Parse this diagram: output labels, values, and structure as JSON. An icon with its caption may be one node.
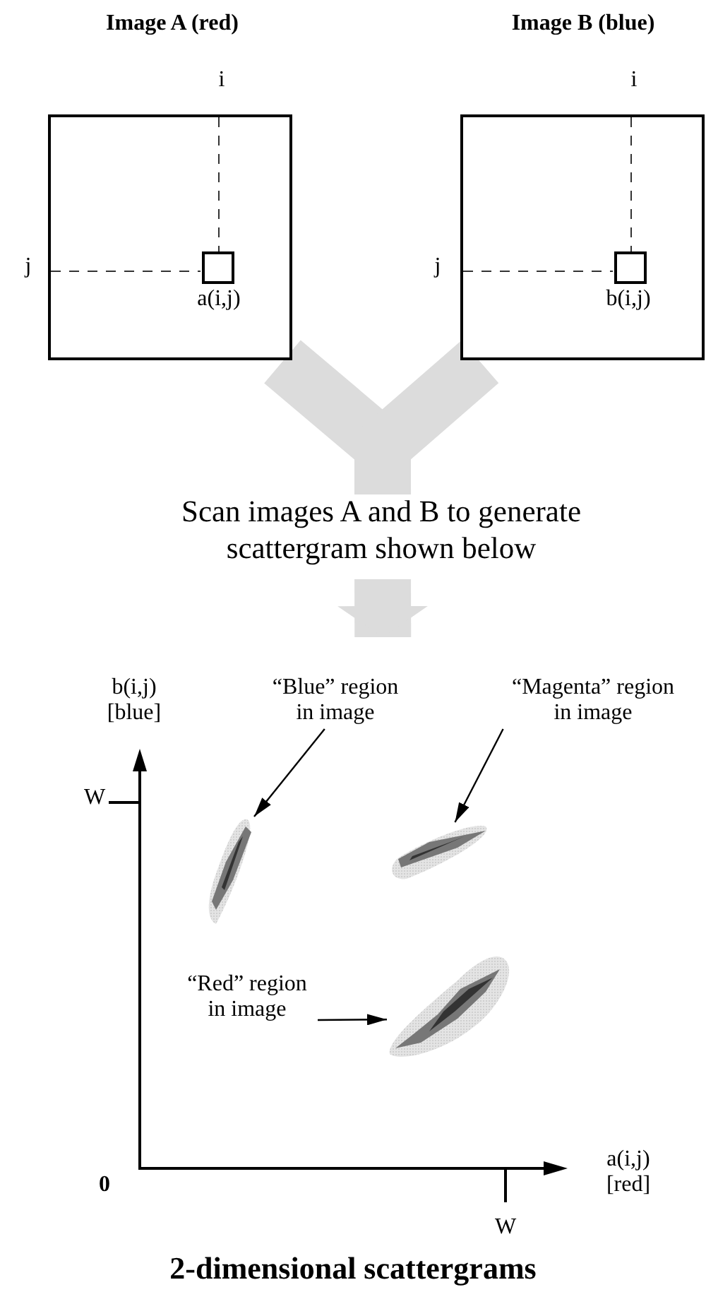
{
  "diagram": {
    "caption": "2-dimensional scattergrams",
    "nodes": [
      {
        "text": [
          "Image A (red)"
        ]
      },
      {
        "text": [
          "Image B (blue)"
        ]
      },
      {
        "text": [
          "Scan images A and B to generate scattergram shown below"
        ]
      },
      {
        "text": [],
        "shape": "picture"
      },
      {
        "text": [
          "“Blue” region in image"
        ],
        "in": 3
      },
      {
        "text": [
          "“Magenta” region in image"
        ],
        "in": 3
      },
      {
        "text": [],
        "shape": "cloud",
        "in": 3
      },
      {
        "text": [],
        "shape": "cloud",
        "in": 3
      },
      {
        "text": [
          "“Red” region in image"
        ],
        "in": 3
      },
      {
        "text": [],
        "shape": "cloud",
        "in": 3
      }
    ],
    "edges": [
      {
        "from": 0,
        "to": 2,
        "arrow": "none",
        "style": "thick",
        "color": "#dcdcdc"
      },
      {
        "from": 1,
        "to": 2,
        "arrow": "none",
        "style": "thick",
        "color": "#dcdcdc"
      },
      {
        "from": 2,
        "to": 3,
        "arrow": "to",
        "style": "thick",
        "color": "#dcdcdc"
      },
      {
        "from": 4,
        "to": 6,
        "arrow": "to",
        "color": "#000000"
      },
      {
        "from": 5,
        "to": 7,
        "arrow": "to",
        "color": "#000000"
      },
      {
        "from": 8,
        "to": 9,
        "arrow": "to",
        "color": "#000000"
      }
    ],
    "labels": [
      "i",
      "j",
      "a(i,j)",
      "i",
      "j",
      "b(i,j)",
      "b(i,j) [blue]",
      "W",
      "0",
      "a(i,j) [red]",
      "W"
    ]
  }
}
